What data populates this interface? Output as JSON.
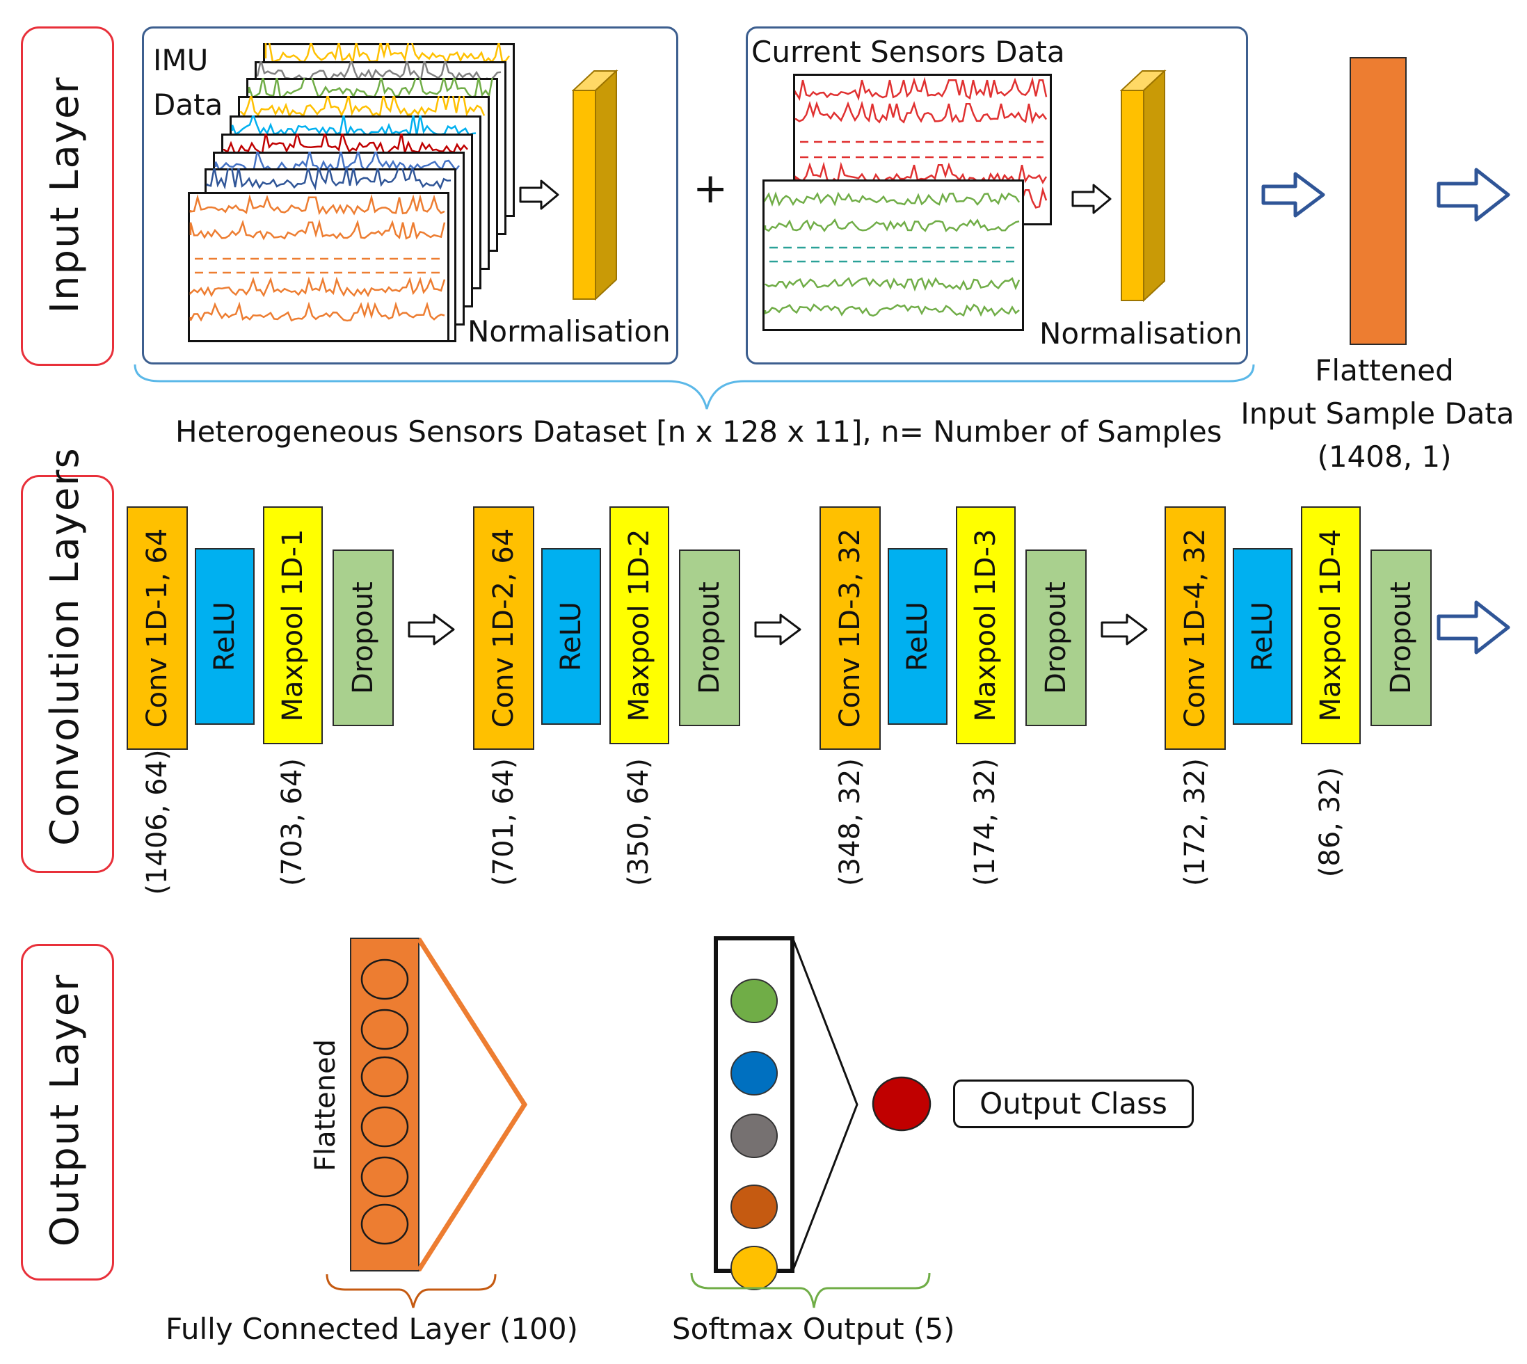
{
  "sections": {
    "input": "Input  Layer",
    "conv": "Convolution  Layers",
    "output": "Output  Layer"
  },
  "imu_label": [
    "IMU",
    "Data"
  ],
  "current_label": "Current Sensors Data",
  "normalisation": "Normalisation",
  "plus": "+",
  "dataset_caption": "Heterogeneous Sensors Dataset [n x 128 x 11], n= Number of Samples",
  "flattened_input": [
    "Flattened",
    "Input Sample Data",
    "(1408, 1)"
  ],
  "conv_blocks": [
    {
      "conv": "Conv 1D-1, 64",
      "relu": "ReLU",
      "pool": "Maxpool 1D-1",
      "dropout": "Dropout",
      "conv_shape": "(1406, 64)",
      "pool_shape": "(703, 64)"
    },
    {
      "conv": "Conv 1D-2, 64",
      "relu": "ReLU",
      "pool": "Maxpool 1D-2",
      "dropout": "Dropout",
      "conv_shape": "(701, 64)",
      "pool_shape": "(350, 64)"
    },
    {
      "conv": "Conv 1D-3, 32",
      "relu": "ReLU",
      "pool": "Maxpool 1D-3",
      "dropout": "Dropout",
      "conv_shape": "(348, 32)",
      "pool_shape": "(174, 32)"
    },
    {
      "conv": "Conv 1D-4, 32",
      "relu": "ReLU",
      "pool": "Maxpool 1D-4",
      "dropout": "Dropout",
      "conv_shape": "(172, 32)",
      "pool_shape": "(86, 32)"
    }
  ],
  "flattened": "Flattened",
  "fc_caption": "Fully Connected Layer (100)",
  "softmax_caption": "Softmax Output (5)",
  "output_class": "Output Class",
  "colors": {
    "conv": "#ffc000",
    "relu": "#00b0f0",
    "pool": "#ffff00",
    "dropout": "#a9d08e",
    "orange": "#ed7d31",
    "section_border": "#e8303a",
    "panel_border": "#3d5f8f",
    "brace_blue": "#5bb8e8",
    "brace_orange": "#c55a11",
    "brace_green": "#70ad47",
    "softmax_nodes": [
      "#70ad47",
      "#0070c0",
      "#767171",
      "#c55a11",
      "#ffc000"
    ],
    "output_node": "#c00000",
    "imu_series": [
      "#ed7d31",
      "#2f5597",
      "#4472c4",
      "#808080",
      "#c00000",
      "#00b0f0",
      "#ffc000",
      "#70ad47",
      "#808080",
      "#ffc000"
    ],
    "current_series": [
      "#e03030",
      "#70ad47",
      "#2aa198"
    ]
  }
}
